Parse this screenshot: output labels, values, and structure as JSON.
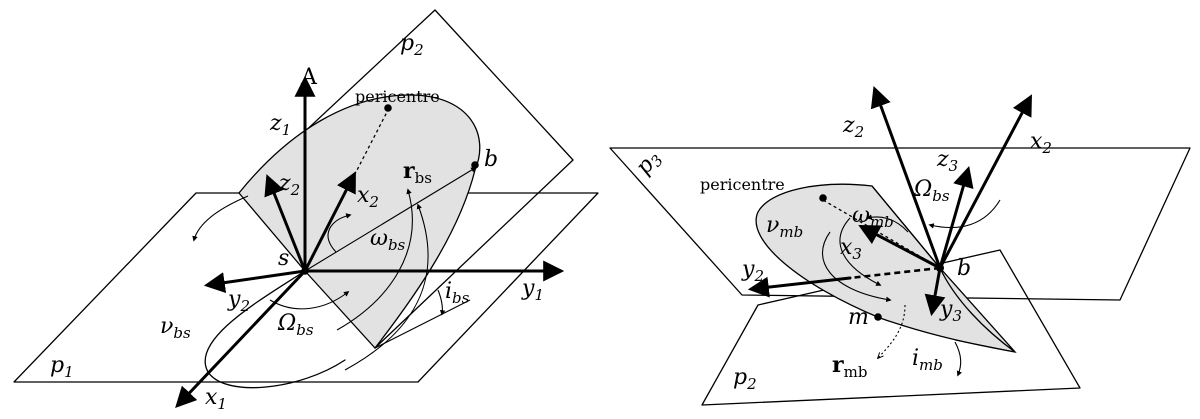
{
  "left": {
    "planes": [
      "p",
      "p"
    ],
    "plane_subs": [
      "1",
      "2"
    ],
    "axes": {
      "x1": [
        "x",
        "1"
      ],
      "y1": [
        "y",
        "1"
      ],
      "z1": [
        "z",
        "1"
      ],
      "x2": [
        "x",
        "2"
      ],
      "y2": [
        "y",
        "2"
      ],
      "z2": [
        "z",
        "2"
      ]
    },
    "angles": {
      "omega": [
        "ω",
        "bs"
      ],
      "Omega": [
        "Ω",
        "bs"
      ],
      "nu": [
        "ν",
        "bs"
      ],
      "i": [
        "i",
        "bs"
      ]
    },
    "points": {
      "s": "s",
      "b": "b",
      "pericentre": "pericentre"
    },
    "vector": [
      "r",
      "bs"
    ]
  },
  "right": {
    "planes": [
      "p",
      "p"
    ],
    "plane_subs": [
      "3",
      "2"
    ],
    "axes": {
      "x2": [
        "x",
        "2"
      ],
      "y2": [
        "y",
        "2"
      ],
      "z2": [
        "z",
        "2"
      ],
      "x3": [
        "x",
        "3"
      ],
      "y3": [
        "y",
        "3"
      ],
      "z3": [
        "z",
        "3"
      ]
    },
    "angles": {
      "omega": [
        "ω",
        "mb"
      ],
      "Omega": [
        "Ω",
        "bs"
      ],
      "nu": [
        "ν",
        "mb"
      ],
      "i": [
        "i",
        "mb"
      ]
    },
    "points": {
      "b": "b",
      "m": "m",
      "pericentre": "pericentre"
    },
    "vector": [
      "r",
      "mb"
    ]
  }
}
